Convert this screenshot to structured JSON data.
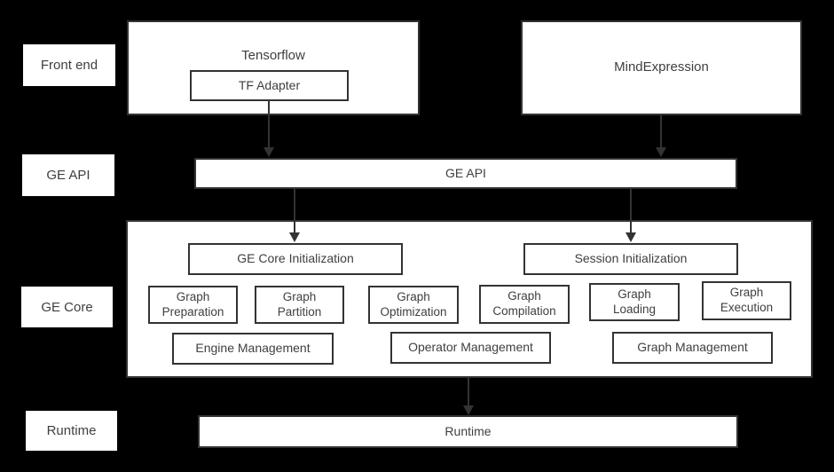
{
  "colors": {
    "background": "#000000",
    "box_fill": "#ffffff",
    "border": "#333333",
    "text": "#3f3f3f"
  },
  "side_labels": {
    "front_end": "Front end",
    "ge_api": "GE API",
    "ge_core": "GE Core",
    "runtime": "Runtime"
  },
  "front_end_row": {
    "tensorflow": "Tensorflow",
    "tf_adapter": "TF Adapter",
    "mind_expression": "MindExpression"
  },
  "api_layer": {
    "ge_api_bar": "GE API"
  },
  "ge_core_layer": {
    "ge_core_initialization": "GE Core Initialization",
    "session_initialization": "Session Initialization",
    "graph_preparation": "Graph Preparation",
    "graph_partition": "Graph Partition",
    "graph_optimization": "Graph Optimization",
    "graph_compilation": "Graph Compilation",
    "graph_loading": "Graph Loading",
    "graph_execution": "Graph Execution",
    "engine_management": "Engine Management",
    "operator_management": "Operator Management",
    "graph_management": "Graph Management"
  },
  "runtime_layer": {
    "runtime_bar": "Runtime"
  }
}
